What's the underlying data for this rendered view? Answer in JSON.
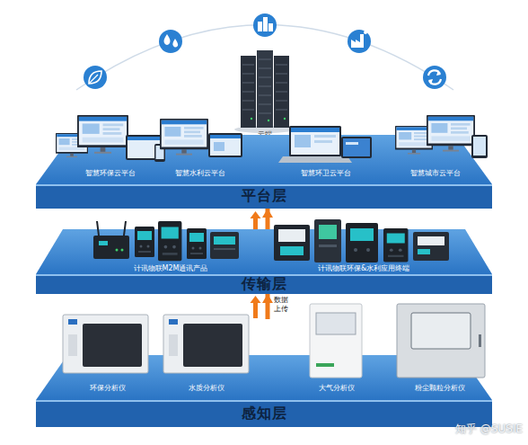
{
  "diagram": {
    "nodes": [
      {
        "text": [
          "云端"
        ]
      },
      {
        "text": [
          "平台层"
        ]
      },
      {
        "text": [
          "智慧环保云平台"
        ],
        "in": 1
      },
      {
        "text": [
          "智慧水利云平台"
        ],
        "in": 1
      },
      {
        "text": [
          "智慧环卫云平台"
        ],
        "in": 1
      },
      {
        "text": [
          "智慧城市云平台"
        ],
        "in": 1
      },
      {
        "text": [
          "传输层"
        ]
      },
      {
        "text": [
          "计讯物联M2M通讯产品"
        ],
        "in": 6
      },
      {
        "text": [
          "计讯物联环保&水利应用终端"
        ],
        "in": 6
      },
      {
        "text": [
          "感知层"
        ]
      },
      {
        "text": [
          "环保分析仪"
        ],
        "in": 9
      },
      {
        "text": [
          "水质分析仪"
        ],
        "in": 9
      },
      {
        "text": [
          "大气分析仪"
        ],
        "in": 9
      },
      {
        "text": [
          "粉尘颗粒分析仪"
        ],
        "in": 9
      }
    ],
    "edges": [
      {
        "from": 6,
        "to": 1,
        "arrow": "to"
      },
      {
        "from": 9,
        "to": 6,
        "label": "数据上传",
        "arrow": "to"
      }
    ],
    "labels": [
      "知乎 @SUSIE"
    ]
  }
}
